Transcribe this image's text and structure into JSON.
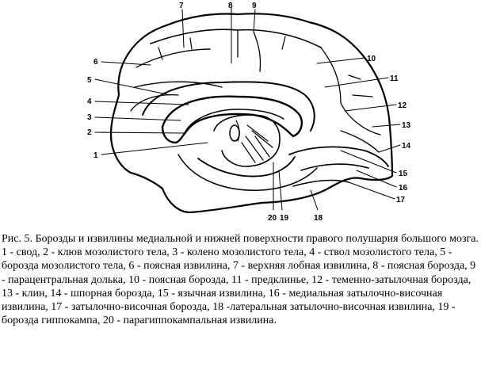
{
  "figure": {
    "labels": [
      "1",
      "2",
      "3",
      "4",
      "5",
      "6",
      "7",
      "8",
      "9",
      "10",
      "11",
      "12",
      "13",
      "14",
      "15",
      "16",
      "17",
      "18",
      "19",
      "20"
    ]
  },
  "caption": {
    "title": "Рис. 5. Борозды и извилины медиальной и нижней поверхности правого полушария большого мозга.",
    "legend": "1 - свод, 2 - клюв мозолистого тела, 3 - колено мозолистого тела, 4 - ствол мозолистого тела, 5 - борозда мозолистого тела, 6 - поясная извилина, 7 - верхняя лобная извилина, 8 - поясная борозда, 9 - парацентральная долька, 10 - поясная борозда, 11 - предклинье, 12 - теменно-затылочная борозда, 13 - клин, 14 - шпорная борозда, 15 - язычная извилина, 16 - медиальная затылочно-височная извилина, 17 - затылочно-височная борозда, 18 -латеральная затылочно-височная извилина, 19 - борозда гиппокампа, 20 - парагиппокампальная извилина."
  }
}
